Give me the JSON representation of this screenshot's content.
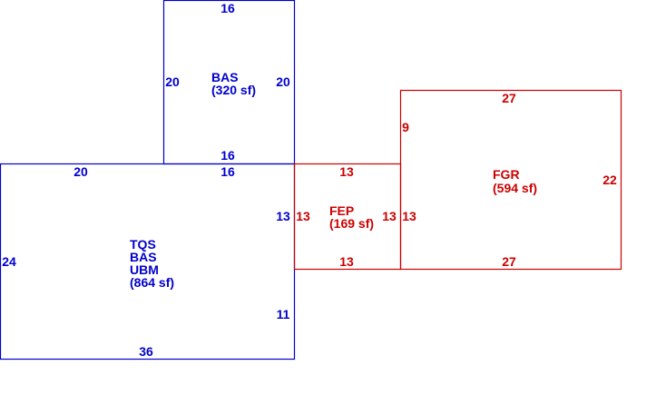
{
  "colors": {
    "blue": "#0000cc",
    "red": "#cc0000"
  },
  "areas": {
    "bas_upper": {
      "line1": "BAS",
      "area": "(320 sf)",
      "dims": {
        "top": "16",
        "bottom": "16",
        "left": "20",
        "right": "20"
      }
    },
    "main": {
      "line1": "TQS",
      "line2": "BAS",
      "line3": "UBM",
      "area": "(864 sf)",
      "dims": {
        "top_left": "20",
        "top_right": "16",
        "left": "24",
        "bottom": "36",
        "right_upper": "13",
        "right_lower": "11"
      }
    },
    "fep": {
      "line1": "FEP",
      "area": "(169 sf)",
      "dims": {
        "top": "13",
        "bottom": "13",
        "left": "13",
        "right": "13"
      }
    },
    "fgr": {
      "line1": "FGR",
      "area": "(594 sf)",
      "dims": {
        "top": "27",
        "bottom": "27",
        "left": "9",
        "left_lower": "13",
        "right": "22"
      }
    }
  }
}
